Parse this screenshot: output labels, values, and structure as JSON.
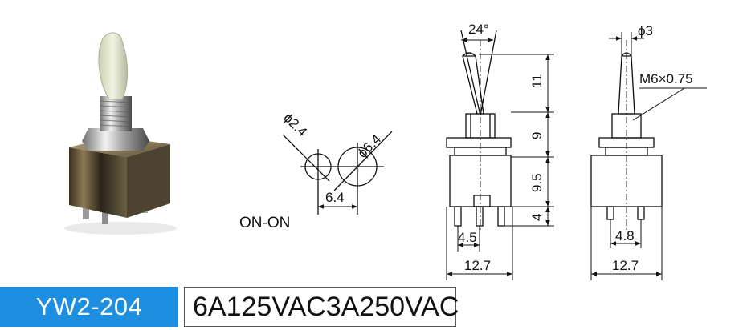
{
  "model": "YW2-204",
  "rating": "6A125VAC3A250VAC",
  "mode": "ON-ON",
  "hole_dims": {
    "small_dia": "ϕ2.4",
    "large_dia": "ϕ6.4",
    "spacing": "6.4"
  },
  "front_view": {
    "angle": "24°",
    "lever_height": "11",
    "bushing_height": "9",
    "body_height": "9.5",
    "terminal_length": "4",
    "terminal_pitch": "4.5",
    "width": "12.7"
  },
  "side_view": {
    "lever_dia": "ϕ3",
    "thread": "M6×0.75",
    "terminal_pitch": "4.8",
    "width": "12.7"
  },
  "colors": {
    "brand_blue": "#1e8fe0",
    "line": "#111111"
  }
}
